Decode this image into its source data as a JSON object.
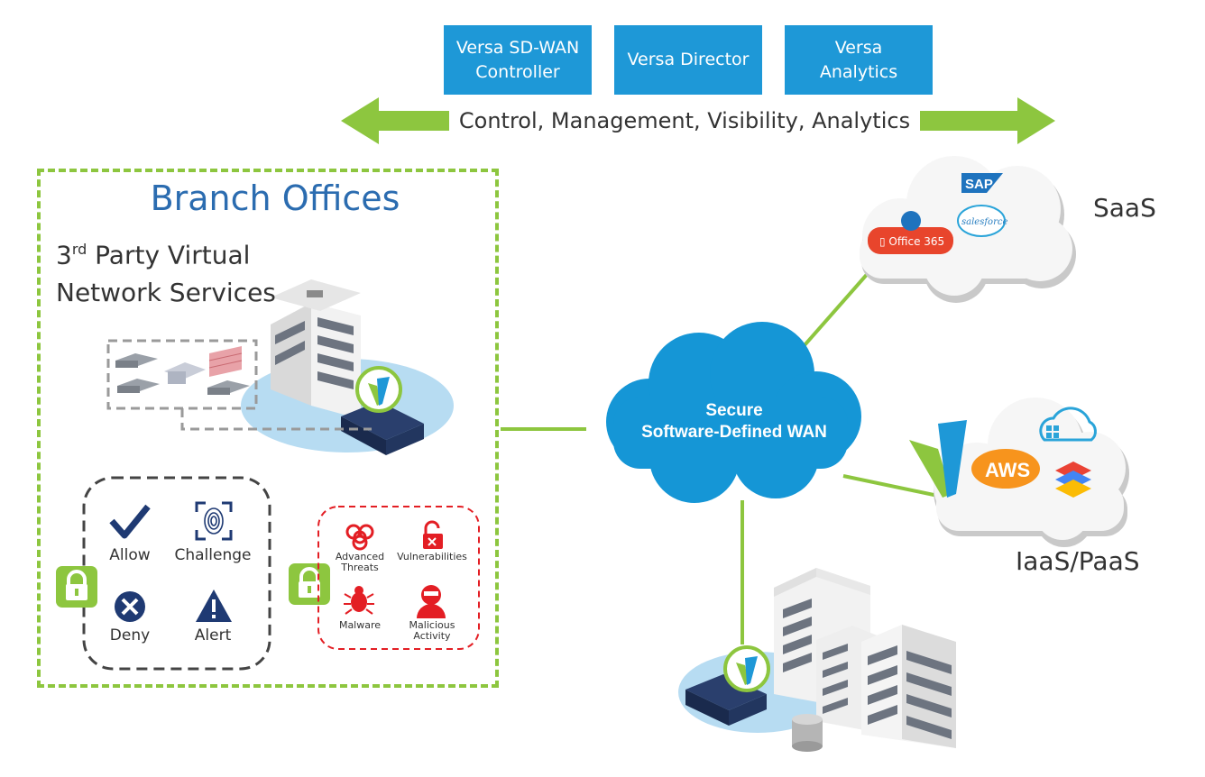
{
  "top_boxes": [
    {
      "label": "Versa SD-WAN\nController"
    },
    {
      "label": "Versa Director"
    },
    {
      "label": "Versa\nAnalytics"
    }
  ],
  "banner": "Control, Management, Visibility, Analytics",
  "branch": {
    "title": "Branch Offices",
    "subtitle_prefix": "3",
    "subtitle_sup": "rd",
    "subtitle_rest": " Party Virtual",
    "subtitle_line2": "Network Services"
  },
  "policy_actions": [
    "Allow",
    "Challenge",
    "Deny",
    "Alert"
  ],
  "threats": [
    "Advanced\nThreats",
    "Vulnerabilities",
    "Malware",
    "Malicious\nActivity"
  ],
  "wan_cloud": {
    "line1": "Secure",
    "line2": "Software-Defined WAN"
  },
  "saas": {
    "label": "SaaS",
    "logos": [
      "SAP",
      "salesforce",
      "Office 365"
    ]
  },
  "iaas": {
    "label": "IaaS/PaaS",
    "logos": [
      "AWS"
    ]
  },
  "colors": {
    "accent_blue": "#1e98d7",
    "green": "#8dc63f",
    "threat_red": "#e31e24",
    "navy": "#1f3a73"
  }
}
